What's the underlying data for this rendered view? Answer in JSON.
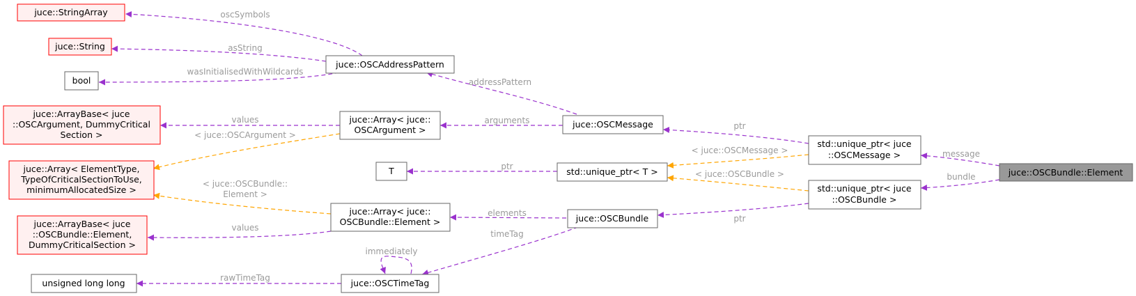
{
  "nodes": {
    "string_array": "juce::StringArray",
    "string": "juce::String",
    "bool": "bool",
    "arraybase_osc_arg": [
      "juce::ArrayBase< juce",
      "::OSCArgument, DummyCritical",
      "Section >"
    ],
    "array_generic": [
      "juce::Array< ElementType,",
      "TypeOfCriticalSectionToUse,",
      "minimumAllocatedSize >"
    ],
    "arraybase_bundle_el": [
      "juce::ArrayBase< juce",
      "::OSCBundle::Element,",
      "DummyCriticalSection >"
    ],
    "ull": "unsigned long long",
    "osc_address_pattern": "juce::OSCAddressPattern",
    "array_osc_arg": [
      "juce::Array< juce::",
      "OSCArgument >"
    ],
    "t": "T",
    "array_bundle_el": [
      "juce::Array< juce::",
      "OSCBundle::Element >"
    ],
    "osc_timetag": "juce::OSCTimeTag",
    "osc_message": "juce::OSCMessage",
    "unique_ptr_t": "std::unique_ptr< T >",
    "osc_bundle": "juce::OSCBundle",
    "unique_ptr_msg": [
      "std::unique_ptr< juce",
      "::OSCMessage >"
    ],
    "unique_ptr_bundle": [
      "std::unique_ptr< juce",
      "::OSCBundle >"
    ],
    "bundle_element": "juce::OSCBundle::Element"
  },
  "edge_labels": {
    "osc_symbols": "oscSymbols",
    "as_string": "asString",
    "was_initialised": "wasInitialisedWithWildcards",
    "values_1": "values",
    "tmpl_osc_argument": "< juce::OSCArgument >",
    "tmpl_osc_bundle_element": [
      "< juce::OSCBundle::",
      "Element >"
    ],
    "values_2": "values",
    "immediately": "immediately",
    "raw_time_tag": "rawTimeTag",
    "address_pattern": "addressPattern",
    "arguments": "arguments",
    "ptr_t": "ptr",
    "elements": "elements",
    "time_tag": "timeTag",
    "ptr_msg": "ptr",
    "tmpl_osc_message": "< juce::OSCMessage >",
    "tmpl_osc_bundle": "< juce::OSCBundle >",
    "ptr_bundle": "ptr",
    "message": "message",
    "bundle": "bundle"
  },
  "colors": {
    "member_edge": "#9a32cd",
    "template_edge": "#ffa500",
    "external_border": "#ff0000",
    "external_fill": "#fff0f0",
    "internal_border": "#666666",
    "focus_fill": "#999999",
    "edge_label": "#9a9a9a"
  }
}
